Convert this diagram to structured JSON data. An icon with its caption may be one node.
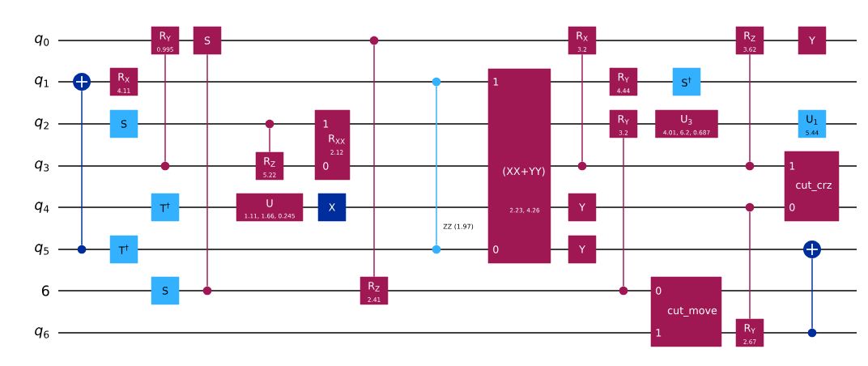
{
  "diagram": {
    "nodes": [
      {
        "text": [],
        "shape": "circle"
      },
      {
        "text": [],
        "shape": "circle"
      },
      {
        "text": [
          "R$_{X}$",
          "4.11"
        ]
      },
      {
        "text": [
          "S"
        ]
      },
      {
        "text": [
          "T$^{†}$"
        ]
      },
      {
        "text": [
          "R$_{Y}$",
          "0.995"
        ]
      },
      {
        "text": [],
        "shape": "circle"
      },
      {
        "text": [
          "T$^{†}$"
        ]
      },
      {
        "text": [
          "S"
        ]
      },
      {
        "text": [
          "S"
        ]
      },
      {
        "text": [],
        "shape": "circle"
      },
      {
        "text": [],
        "shape": "circle"
      },
      {
        "text": [
          "R$_{Z}$",
          "5.22"
        ]
      },
      {
        "text": [
          "U",
          "1.11, 1.66, 0.245"
        ]
      },
      {
        "text": [
          "1",
          "R$_{XX}$",
          "2.12",
          "0"
        ]
      },
      {
        "text": [
          "X"
        ]
      },
      {
        "text": [],
        "shape": "circle"
      },
      {
        "text": [
          "R$_{Z}$",
          "2.41"
        ]
      },
      {
        "text": [],
        "shape": "circle"
      },
      {
        "text": [],
        "shape": "circle"
      },
      {
        "text": [
          "1",
          "(XX+YY)",
          "2.23, 4.26",
          "0"
        ]
      },
      {
        "text": [
          "R$_{X}$",
          "3.2"
        ]
      },
      {
        "text": [],
        "shape": "circle"
      },
      {
        "text": [
          "Y"
        ]
      },
      {
        "text": [
          "Y"
        ]
      },
      {
        "text": [
          "R$_{Y}$",
          "4.44"
        ]
      },
      {
        "text": [
          "R$_{Y}$",
          "3.2"
        ]
      },
      {
        "text": [],
        "shape": "circle"
      },
      {
        "text": [
          "S$^{†}$"
        ]
      },
      {
        "text": [
          "U$_{3}$",
          "4.01, 6.2, 0.687"
        ]
      },
      {
        "text": [
          "0",
          "cut_move",
          "1"
        ]
      },
      {
        "text": [
          "R$_{Z}$",
          "3.62"
        ]
      },
      {
        "text": [],
        "shape": "circle"
      },
      {
        "text": [],
        "shape": "circle"
      },
      {
        "text": [
          "R$_{Y}$",
          "2.67"
        ]
      },
      {
        "text": [
          "Y"
        ]
      },
      {
        "text": [
          "U$_{1}$",
          "5.44"
        ]
      },
      {
        "text": [
          "1",
          "cut_crz",
          "0"
        ]
      },
      {
        "text": [],
        "shape": "circle"
      },
      {
        "text": [],
        "shape": "circle"
      }
    ],
    "edges": [
      {
        "from": 1,
        "to": 0,
        "arrow": "none",
        "color": "#002d9c"
      },
      {
        "from": 6,
        "to": 5,
        "arrow": "none"
      },
      {
        "from": 10,
        "to": 9,
        "arrow": "none"
      },
      {
        "from": 11,
        "to": 12,
        "arrow": "none"
      },
      {
        "from": 16,
        "to": 17,
        "arrow": "none"
      },
      {
        "from": 18,
        "to": 19,
        "arrow": "none",
        "color": "#33b1ff",
        "label": "ZZ (1.97)"
      },
      {
        "from": 22,
        "to": 21,
        "arrow": "none"
      },
      {
        "from": 27,
        "to": 26,
        "arrow": "none"
      },
      {
        "from": 32,
        "to": 31,
        "arrow": "none"
      },
      {
        "from": 33,
        "to": 34,
        "arrow": "none"
      },
      {
        "from": 39,
        "to": 38,
        "arrow": "none",
        "color": "#002d9c"
      }
    ],
    "labels": [
      "*q*$_{0}$",
      "*q*$_{1}$",
      "*q*$_{2}$",
      "*q*$_{3}$",
      "*q*$_{4}$",
      "*q*$_{5}$",
      "6",
      "*q*$_{6}$"
    ]
  }
}
